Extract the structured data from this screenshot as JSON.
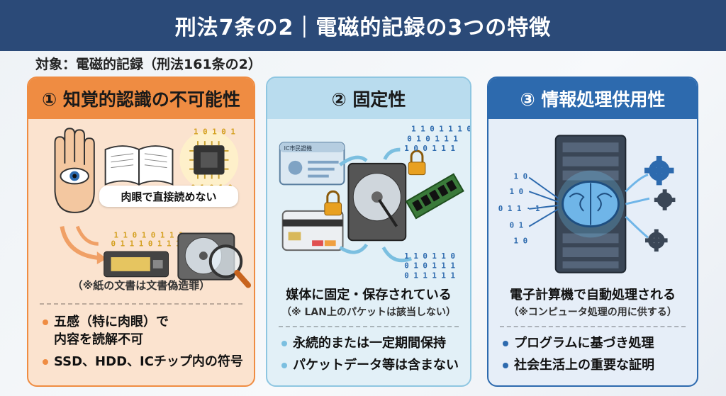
{
  "title": "刑法7条の2｜電磁的記録の3つの特徴",
  "subject": "対象：電磁的記録（刑法161条の2）",
  "panels": [
    {
      "heading": "① 知覚的認識の不可能性",
      "bubble": "肉眼で直接読めない",
      "binary_top": [
        "1 0 1 0 1",
        "0 1 0 1 0"
      ],
      "binary_ssd": [
        "1 1 0 1 0 1 1 1",
        "0 1 1 1 0 1 1 1"
      ],
      "note": "（※紙の文書は文書偽造罪）",
      "bullets": [
        "五感（特に肉眼）で\n内容を読解不可",
        "SSD、HDD、ICチップ内の符号"
      ],
      "accent": "#ef8c42"
    },
    {
      "heading": "② 固定性",
      "card_label": "IC市民證機",
      "binary_top": [
        "1 1 0 1 1 1 0",
        "0 1 0 1 1 1",
        "1 0 0 1 1 1"
      ],
      "binary_bottom": [
        "1 1 0 1 1 0",
        "0 1 0 1 1 1",
        "0 1 1 1 1 1"
      ],
      "caption": "媒体に固定・保存されている",
      "note": "（※ LAN上のパケットは該当しない）",
      "bullets": [
        "永続的または一定期間保持",
        "パケットデータ等は含まない"
      ],
      "accent": "#8ec6e1"
    },
    {
      "heading": "③ 情報処理供用性",
      "binary_left": [
        "1 0",
        "1 0",
        "0 1 1 · 1",
        "0 1",
        "1 0"
      ],
      "caption": "電子計算機で自動処理される",
      "note": "（※コンピュータ処理の用に供する）",
      "bullets": [
        "プログラムに基づき処理",
        "社会生活上の重要な証明"
      ],
      "accent": "#2d6aae"
    }
  ],
  "colors": {
    "title_bg": "#2b4a78",
    "orange": "#ef8c42",
    "light_blue": "#b9dcee",
    "dark_blue": "#2d6aae"
  }
}
